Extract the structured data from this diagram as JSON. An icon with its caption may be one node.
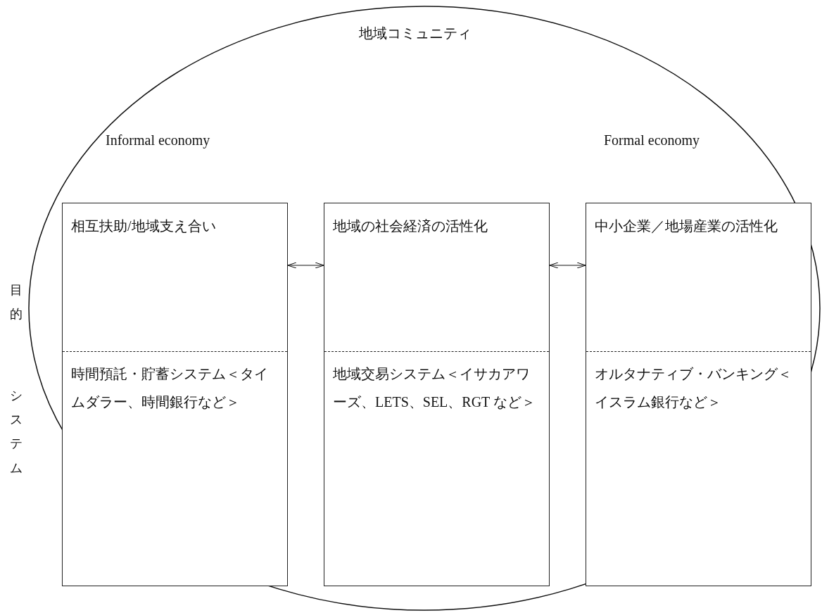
{
  "diagram": {
    "nodes": [
      {
        "text": [
          "地域コミュニティ"
        ]
      },
      {
        "text": [
          "相互扶助/地域支え合い",
          "時間預託・貯蓄システム＜タイムダラー、時間銀行など＞"
        ],
        "in": 0
      },
      {
        "text": [
          "地域の社会経済の活性化",
          "地域交易システム＜イサカアワーズ、LETS、SEL、RGT など＞"
        ],
        "in": 0
      },
      {
        "text": [
          "中小企業／地場産業の活性化",
          "オルタナティブ・バンキング＜イスラム銀行など＞"
        ],
        "in": 0
      }
    ],
    "edges": [
      {
        "from": 1,
        "to": 2,
        "arrow": "both"
      },
      {
        "from": 2,
        "to": 3,
        "arrow": "both"
      }
    ],
    "labels": [
      "Informal economy",
      "Formal economy",
      "目的",
      "システム"
    ]
  }
}
